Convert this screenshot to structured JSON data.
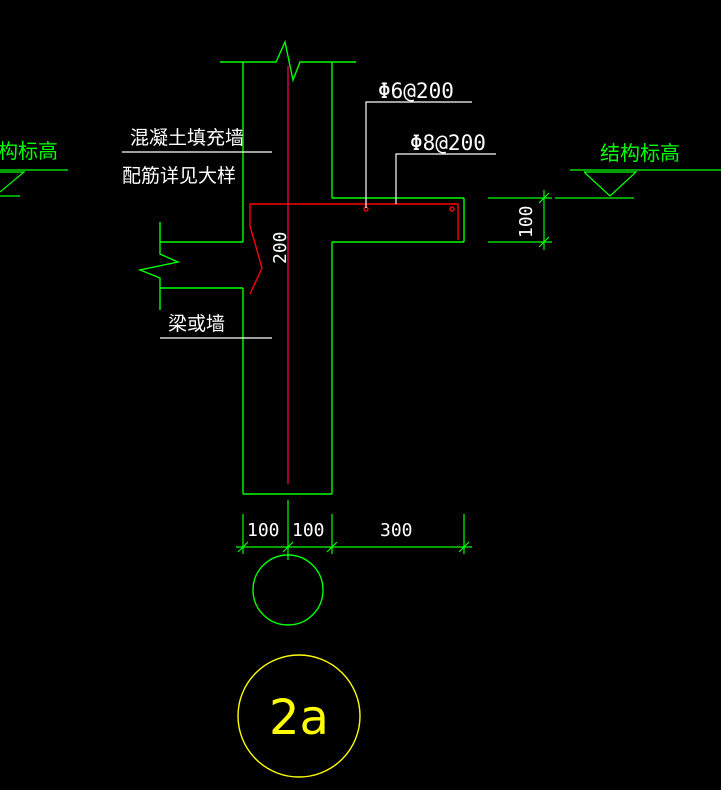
{
  "colors": {
    "background": "#000000",
    "outline": "#00ff00",
    "rebar": "#ff0000",
    "axis": "#ff0066",
    "text": "#ffffff",
    "level_text": "#00ff00",
    "bubble": "#ffff00",
    "dimension": "#00ff00"
  },
  "labels": {
    "left_level": "构标高",
    "right_level": "结构标高",
    "fill_wall": "混凝土填充墙",
    "rebar_note": "配筋详见大样",
    "beam_wall": "梁或墙",
    "rebar_top": "Φ6@200",
    "rebar_slab": "Φ8@200",
    "dim_200": "200"
  },
  "dimensions": {
    "right_100": "100",
    "bottom": [
      "100",
      "100",
      "300"
    ]
  },
  "detail_bubble": "2a"
}
